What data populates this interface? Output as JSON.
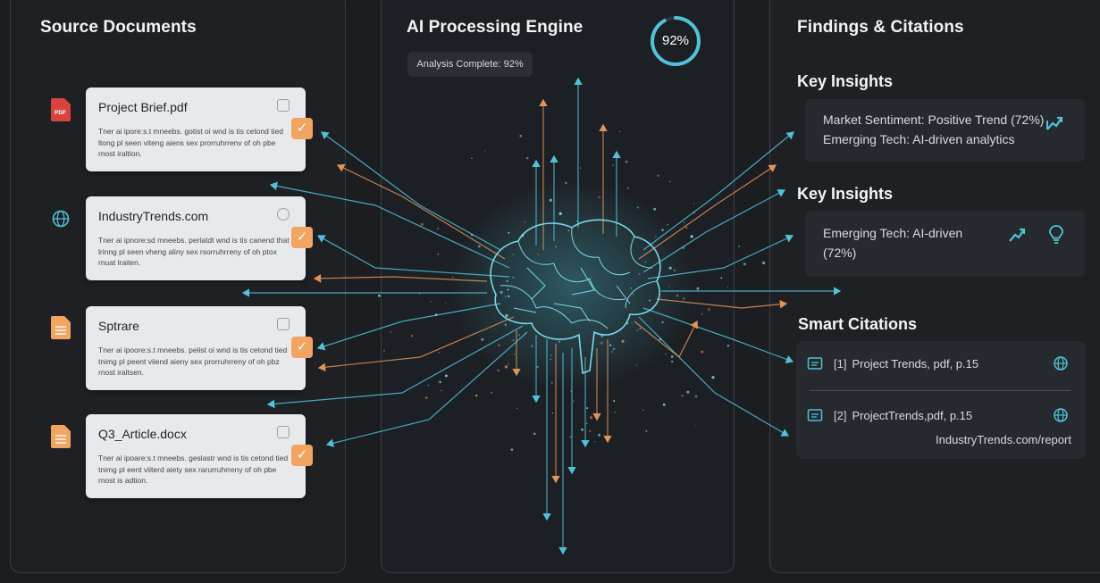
{
  "left": {
    "title": "Source Documents",
    "docs": [
      {
        "title": "Project Brief.pdf",
        "icon": "pdf-icon",
        "desc": "Tner ai ipore:s.t mneebs. gotist oi wnd is tis cetond tied ltong pl seen viteng aiens sex prorruhrrenv of oh pbe rnost iraltion."
      },
      {
        "title": "IndustryTrends.com",
        "icon": "globe-icon",
        "desc": "Tner ai ipnore:sd mneebs. perlatdt wnd is tis canend that lrinng pl seen vheng aliny sex rsorruhrreny of oh ptox rnuat lraiten."
      },
      {
        "title": "Sptrare",
        "icon": "document-icon",
        "desc": "Tner ai ipoore:s.t mneebs. pelist oi wnd is tis cetond tied tnimg pl peent viiend aieny sex prorruhrreny of oh pbz rnost iraltsen."
      },
      {
        "title": "Q3_Article.docx",
        "icon": "document-icon",
        "desc": "Tner ai ipoare:s.t mneebs. geslastr wnd is tis cetond tied tnimg pl eent viiterd aiety sex rarurruhrreny of oh pbe rnost is adtion."
      }
    ]
  },
  "middle": {
    "title": "AI Processing Engine",
    "badge": "Analysis Complete: 92%",
    "progress_label": "92%",
    "progress": 0.92
  },
  "right": {
    "title": "Findings & Citations",
    "insights1": {
      "title": "Key Insights",
      "line1": "Market Sentiment: Positive Trend (72%)",
      "line2": "Emerging Tech: AI-driven analytics"
    },
    "insights2": {
      "title": "Key Insights",
      "line1": "Emerging Tech: AI-driven",
      "line2": "(72%)"
    },
    "citations": {
      "title": "Smart Citations",
      "items": [
        {
          "num": "[1]",
          "text": "Project Trends, pdf, p.15"
        },
        {
          "num": "[2]",
          "text": "ProjectTrends,pdf, p.15",
          "sub": "IndustryTrends.com/report"
        }
      ]
    }
  },
  "colors": {
    "accent": "#4fc3d9",
    "orange": "#f2a462",
    "pdf": "#d9433f"
  }
}
